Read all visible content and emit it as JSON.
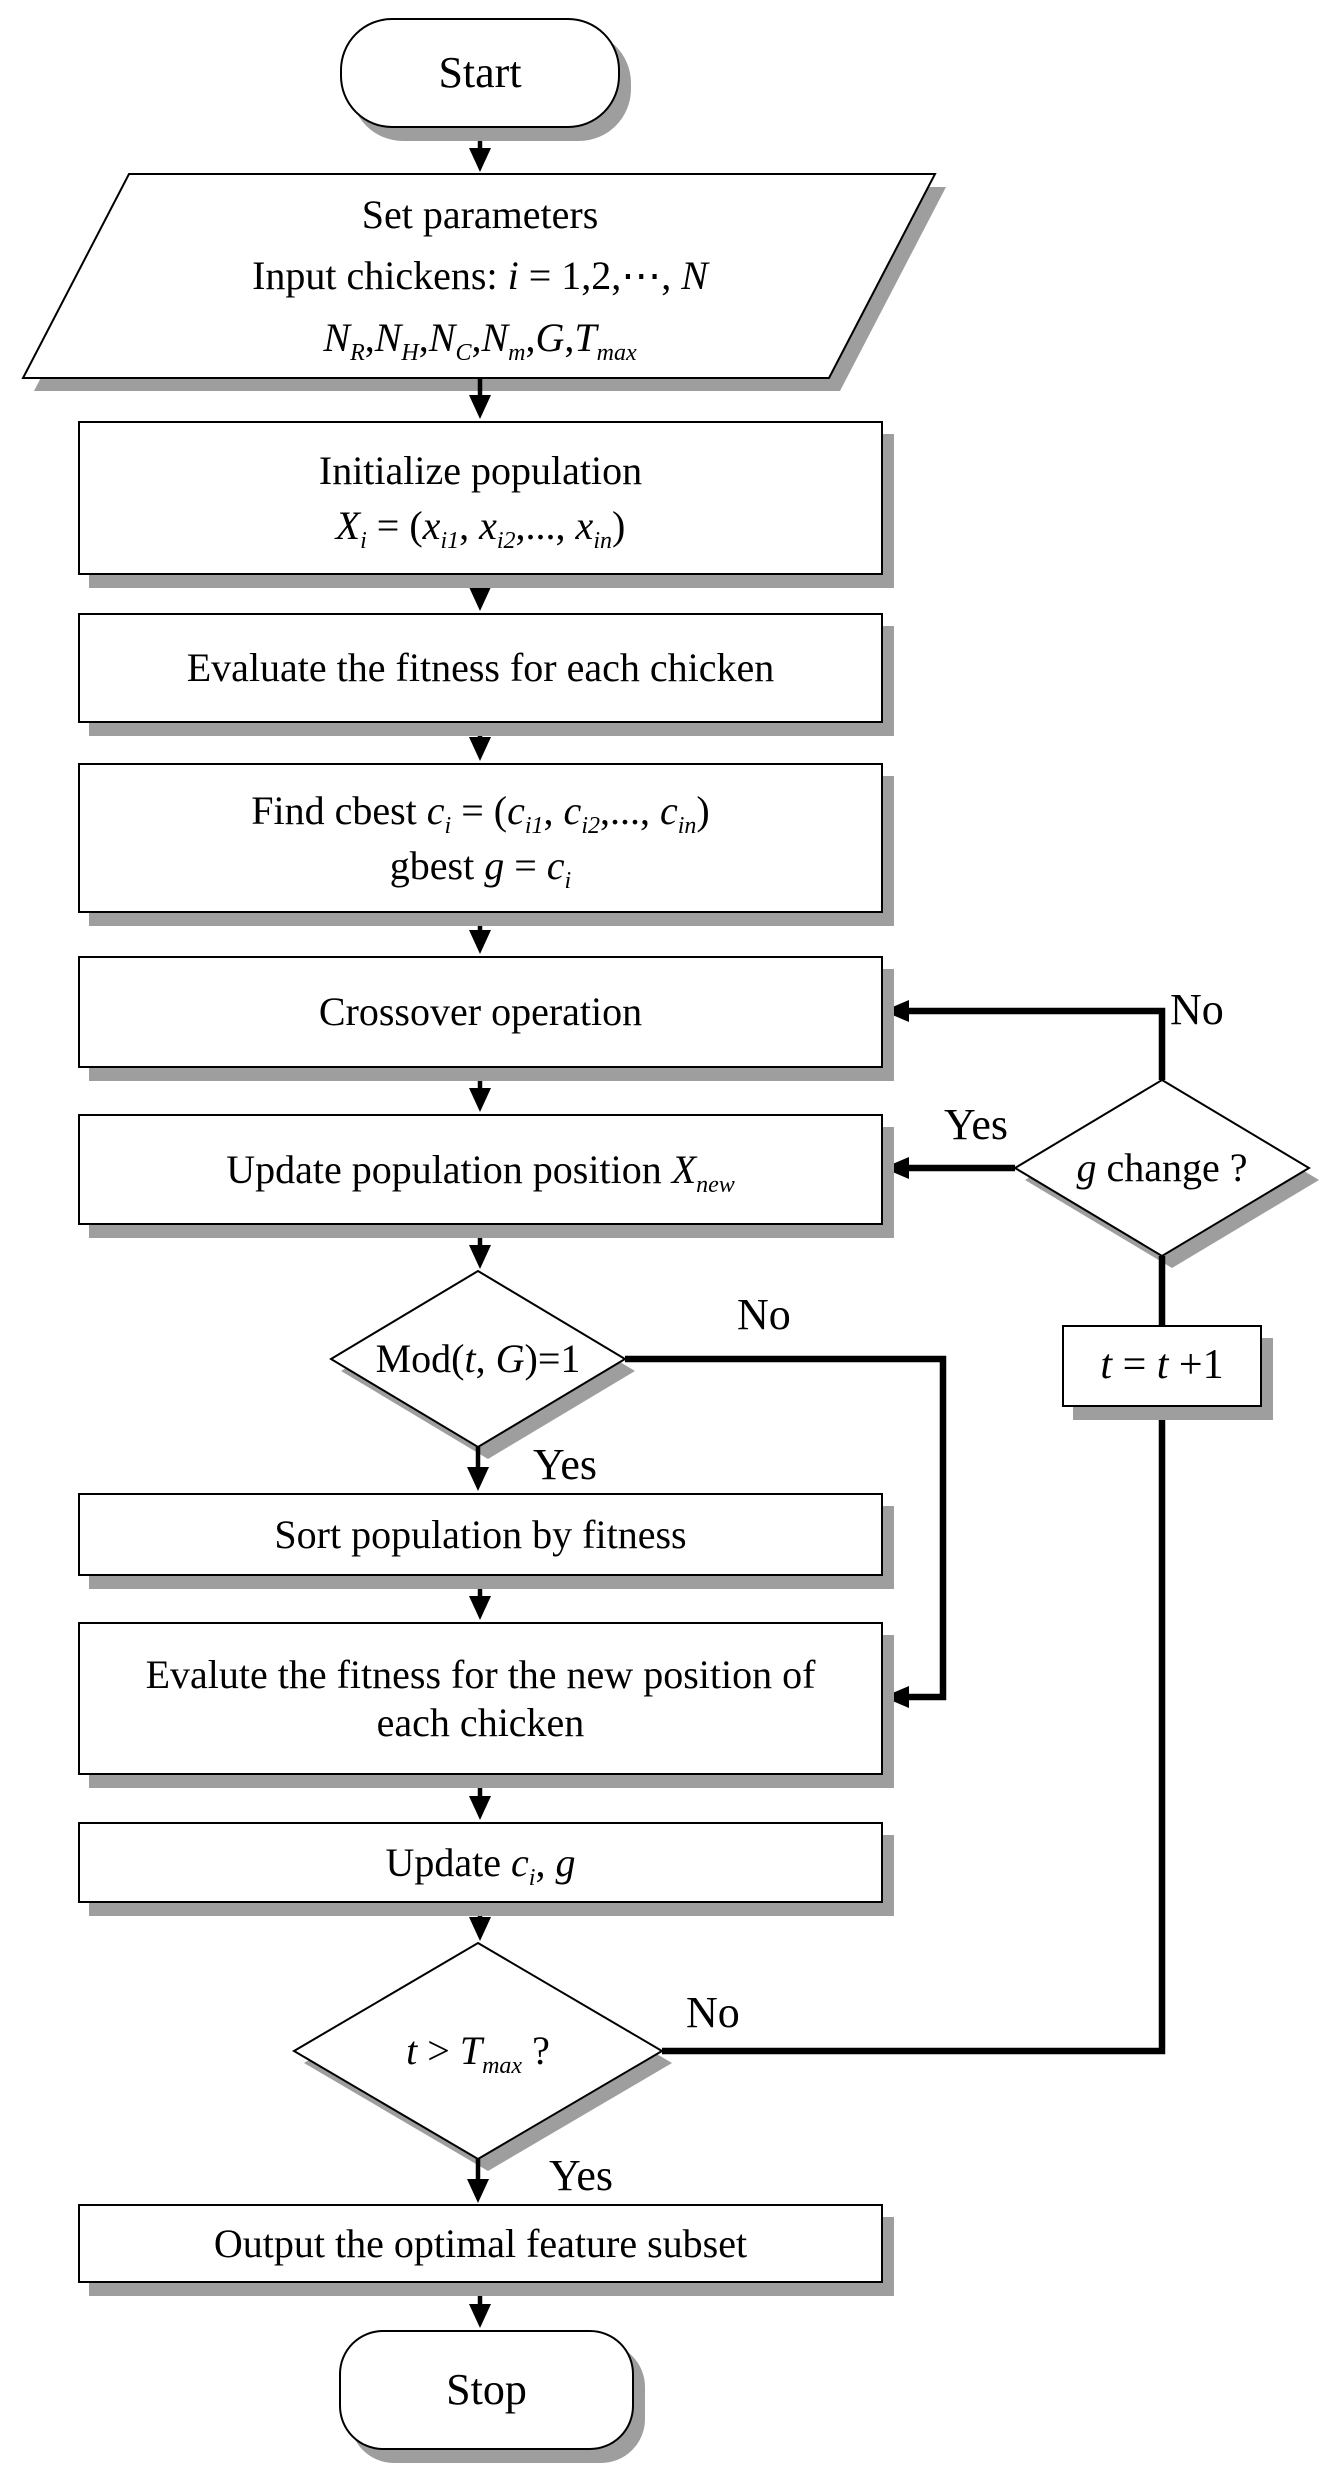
{
  "colors": {
    "ink": "#000000",
    "fill": "#ffffff",
    "shadow": "#9e9e9e"
  },
  "nodes": {
    "start": {
      "text": "Start"
    },
    "params": {
      "line1": "Set parameters",
      "line2": [
        {
          "t": "Input chickens: "
        },
        {
          "t": "i",
          "i": 1
        },
        {
          "t": " = 1,2,⋯, "
        },
        {
          "t": "N",
          "i": 1
        }
      ],
      "line3": [
        {
          "t": "N",
          "i": 1
        },
        {
          "t": "R",
          "sub": 1
        },
        {
          "t": ","
        },
        {
          "t": "N",
          "i": 1
        },
        {
          "t": "H",
          "sub": 1
        },
        {
          "t": ","
        },
        {
          "t": "N",
          "i": 1
        },
        {
          "t": "C",
          "sub": 1
        },
        {
          "t": ","
        },
        {
          "t": "N",
          "i": 1
        },
        {
          "t": "m",
          "sub": 1
        },
        {
          "t": ","
        },
        {
          "t": "G",
          "i": 1
        },
        {
          "t": ","
        },
        {
          "t": "T",
          "i": 1
        },
        {
          "t": "max",
          "sub": 1
        }
      ]
    },
    "init": {
      "line1": "Initialize population",
      "line2": [
        {
          "t": "X",
          "i": 1
        },
        {
          "t": "i",
          "sub": 1
        },
        {
          "t": " = ("
        },
        {
          "t": "x",
          "i": 1
        },
        {
          "t": "i1",
          "sub": 1
        },
        {
          "t": ", "
        },
        {
          "t": "x",
          "i": 1
        },
        {
          "t": "i2",
          "sub": 1
        },
        {
          "t": ",..., "
        },
        {
          "t": "x",
          "i": 1
        },
        {
          "t": "in",
          "sub": 1
        },
        {
          "t": ")"
        }
      ]
    },
    "eval_fitness": {
      "line1": "Evaluate the fitness for each chicken"
    },
    "find_best": {
      "line1": [
        {
          "t": "Find cbest  "
        },
        {
          "t": "c",
          "i": 1
        },
        {
          "t": "i",
          "sub": 1
        },
        {
          "t": " = ("
        },
        {
          "t": "c",
          "i": 1
        },
        {
          "t": "i1",
          "sub": 1
        },
        {
          "t": ", "
        },
        {
          "t": "c",
          "i": 1
        },
        {
          "t": "i2",
          "sub": 1
        },
        {
          "t": ",..., "
        },
        {
          "t": "c",
          "i": 1
        },
        {
          "t": "in",
          "sub": 1
        },
        {
          "t": ")"
        }
      ],
      "line2": [
        {
          "t": "gbest  "
        },
        {
          "t": "g",
          "i": 1
        },
        {
          "t": " = "
        },
        {
          "t": "c",
          "i": 1
        },
        {
          "t": "i",
          "sub": 1
        }
      ]
    },
    "crossover": {
      "line1": "Crossover operation"
    },
    "update_position": {
      "line1": [
        {
          "t": "Update population position  "
        },
        {
          "t": "X",
          "i": 1
        },
        {
          "t": "new",
          "sub": 1
        }
      ]
    },
    "mod_check": {
      "line1": [
        {
          "t": "Mod("
        },
        {
          "t": "t",
          "i": 1
        },
        {
          "t": ", "
        },
        {
          "t": "G",
          "i": 1
        },
        {
          "t": ")=1"
        }
      ]
    },
    "sort": {
      "line1": "Sort population by fitness"
    },
    "eval_new": {
      "line1": "Evalute the fitness for the new position of each chicken"
    },
    "update_best": {
      "line1": [
        {
          "t": "Update  "
        },
        {
          "t": "c",
          "i": 1
        },
        {
          "t": "i",
          "sub": 1
        },
        {
          "t": ", "
        },
        {
          "t": "g",
          "i": 1
        }
      ]
    },
    "tmax_check": {
      "line1": [
        {
          "t": "t",
          "i": 1
        },
        {
          "t": " > "
        },
        {
          "t": "T",
          "i": 1
        },
        {
          "t": "max",
          "sub": 1
        },
        {
          "t": " ?"
        }
      ]
    },
    "output": {
      "line1": "Output the optimal feature subset"
    },
    "stop": {
      "text": "Stop"
    },
    "g_change": {
      "line1": [
        {
          "t": "g",
          "i": 1
        },
        {
          "t": "  change ?"
        }
      ]
    },
    "t_increment": {
      "line1": [
        {
          "t": "t",
          "i": 1
        },
        {
          "t": " = "
        },
        {
          "t": "t",
          "i": 1
        },
        {
          "t": " +1"
        }
      ]
    }
  },
  "branch_labels": {
    "g_change_no": "No",
    "g_change_yes": "Yes",
    "mod_no": "No",
    "mod_yes": "Yes",
    "tmax_no": "No",
    "tmax_yes": "Yes"
  }
}
